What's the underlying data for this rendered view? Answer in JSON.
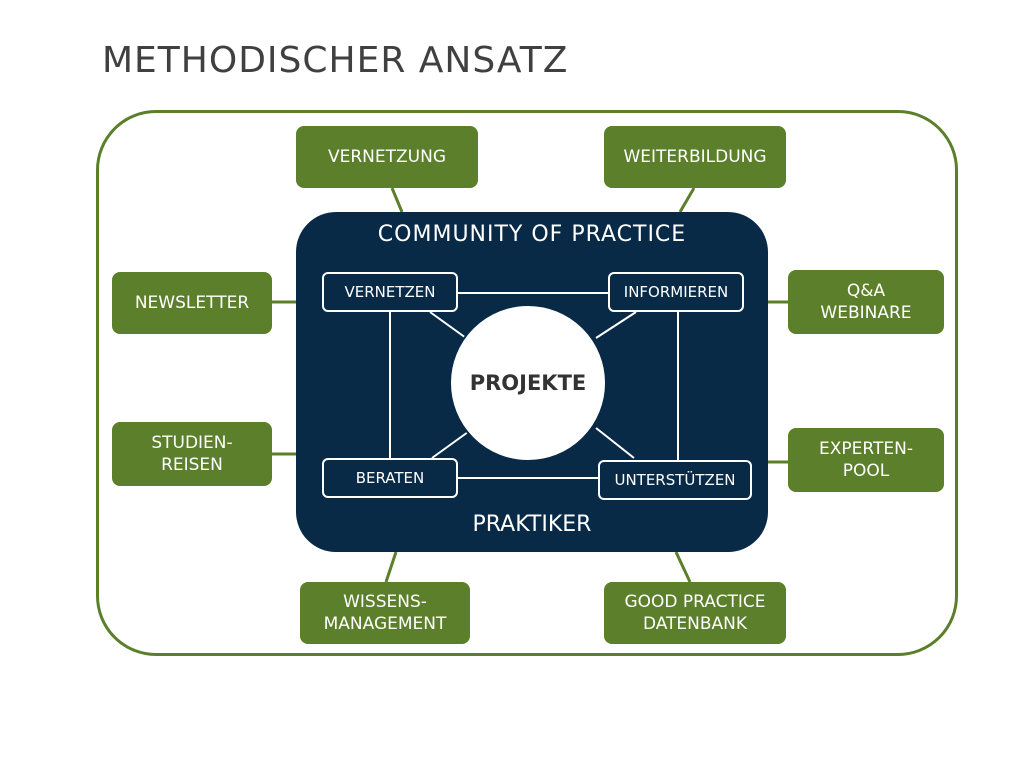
{
  "title": "METHODISCHER ANSATZ",
  "panel": {
    "top_label": "COMMUNITY OF  PRACTICE",
    "bottom_label": "PRAKTIKER",
    "center": "PROJEKTE",
    "inner": {
      "vernetzen": "VERNETZEN",
      "informieren": "INFORMIEREN",
      "beraten": "BERATEN",
      "unterstuetzen": "UNTERSTÜTZEN"
    }
  },
  "outer_boxes": {
    "vernetzung": "VERNETZUNG",
    "weiterbildung": "WEITERBILDUNG",
    "newsletter": "NEWSLETTER",
    "qa_webinare": "Q&A\nWEBINARE",
    "studienreisen": "STUDIEN-\nREISEN",
    "expertenpool": "EXPERTEN-\nPOOL",
    "wissensmanagement": "WISSENS-\nMANAGEMENT",
    "good_practice": "GOOD PRACTICE\nDATENBANK"
  },
  "colors": {
    "green": "#5b7f2a",
    "navy": "#082a46"
  }
}
